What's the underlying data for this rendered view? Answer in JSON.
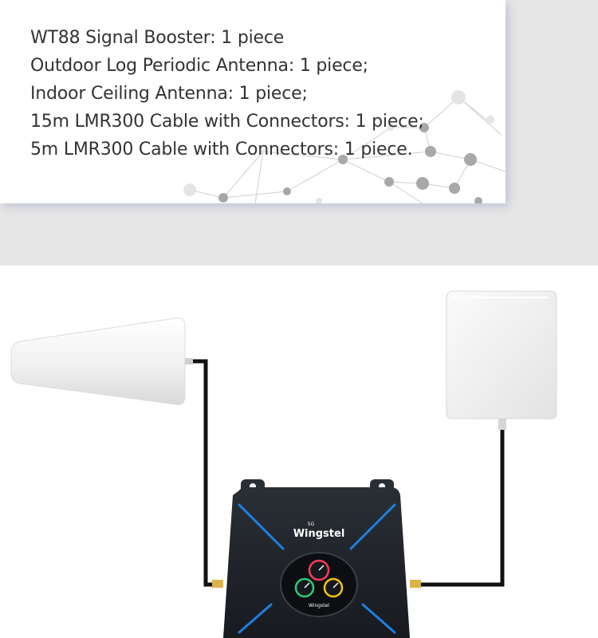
{
  "package_list": {
    "items": [
      "WT88 Signal Booster: 1 piece",
      "Outdoor Log Periodic Antenna: 1 piece;",
      "Indoor Ceiling Antenna: 1 piece;",
      "15m LMR300 Cable with Connectors: 1 piece;",
      "5m LMR300 Cable with Connectors: 1 piece."
    ]
  },
  "device": {
    "brand": "Wingstel",
    "brand_badge": "5G",
    "display_brand": "Wingstel"
  },
  "colors": {
    "card_bg": "#ffffff",
    "band_bg": "#e6e6e6",
    "text": "#333333",
    "booster_body": "#1f2329",
    "accent_blue": "#1e7fe0",
    "cable": "#111111",
    "antenna": "#f2f2f2",
    "connector_gold": "#d9b24a"
  },
  "icons": [
    "network-decoration",
    "log-periodic-antenna",
    "panel-antenna",
    "signal-booster",
    "coax-cable"
  ]
}
